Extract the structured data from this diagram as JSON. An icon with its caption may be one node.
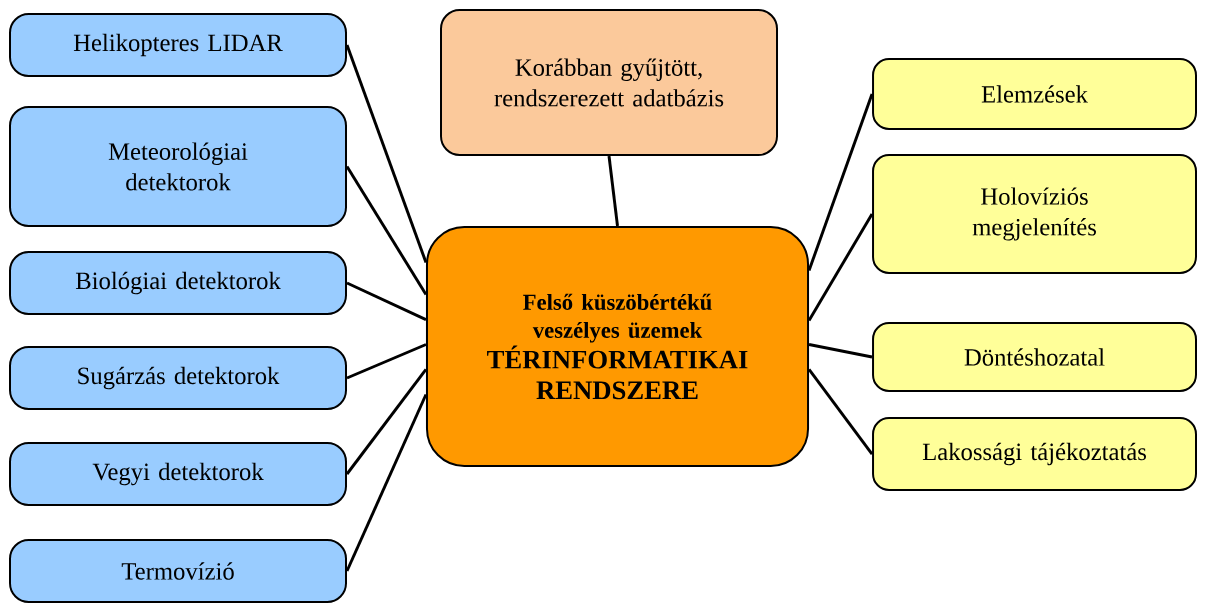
{
  "diagram": {
    "nodes": [
      {
        "text": [
          "Helikopteres LIDAR"
        ]
      },
      {
        "text": [
          "Meteorológiai detektorok"
        ]
      },
      {
        "text": [
          "Biológiai detektorok"
        ]
      },
      {
        "text": [
          "Sugárzás detektorok"
        ]
      },
      {
        "text": [
          "Vegyi detektorok"
        ]
      },
      {
        "text": [
          "Termovízió"
        ]
      },
      {
        "text": [
          "Korábban gyűjtött, rendszerezett adatbázis"
        ]
      },
      {
        "text": [
          "Felső küszöbértékű veszélyes üzemek",
          "TÉRINFORMATIKAI RENDSZERE"
        ]
      },
      {
        "text": [
          "Elemzések"
        ]
      },
      {
        "text": [
          "Holovíziós megjelenítés"
        ]
      },
      {
        "text": [
          "Döntéshozatal"
        ]
      },
      {
        "text": [
          "Lakossági tájékoztatás"
        ]
      }
    ],
    "edges": [
      {
        "from": 0,
        "to": 7,
        "arrow": "none"
      },
      {
        "from": 1,
        "to": 7,
        "arrow": "none"
      },
      {
        "from": 2,
        "to": 7,
        "arrow": "none"
      },
      {
        "from": 3,
        "to": 7,
        "arrow": "none"
      },
      {
        "from": 4,
        "to": 7,
        "arrow": "none"
      },
      {
        "from": 5,
        "to": 7,
        "arrow": "none"
      },
      {
        "from": 6,
        "to": 7,
        "arrow": "none"
      },
      {
        "from": 7,
        "to": 8,
        "arrow": "none"
      },
      {
        "from": 7,
        "to": 9,
        "arrow": "none"
      },
      {
        "from": 7,
        "to": 10,
        "arrow": "none"
      },
      {
        "from": 7,
        "to": 11,
        "arrow": "none"
      }
    ]
  }
}
